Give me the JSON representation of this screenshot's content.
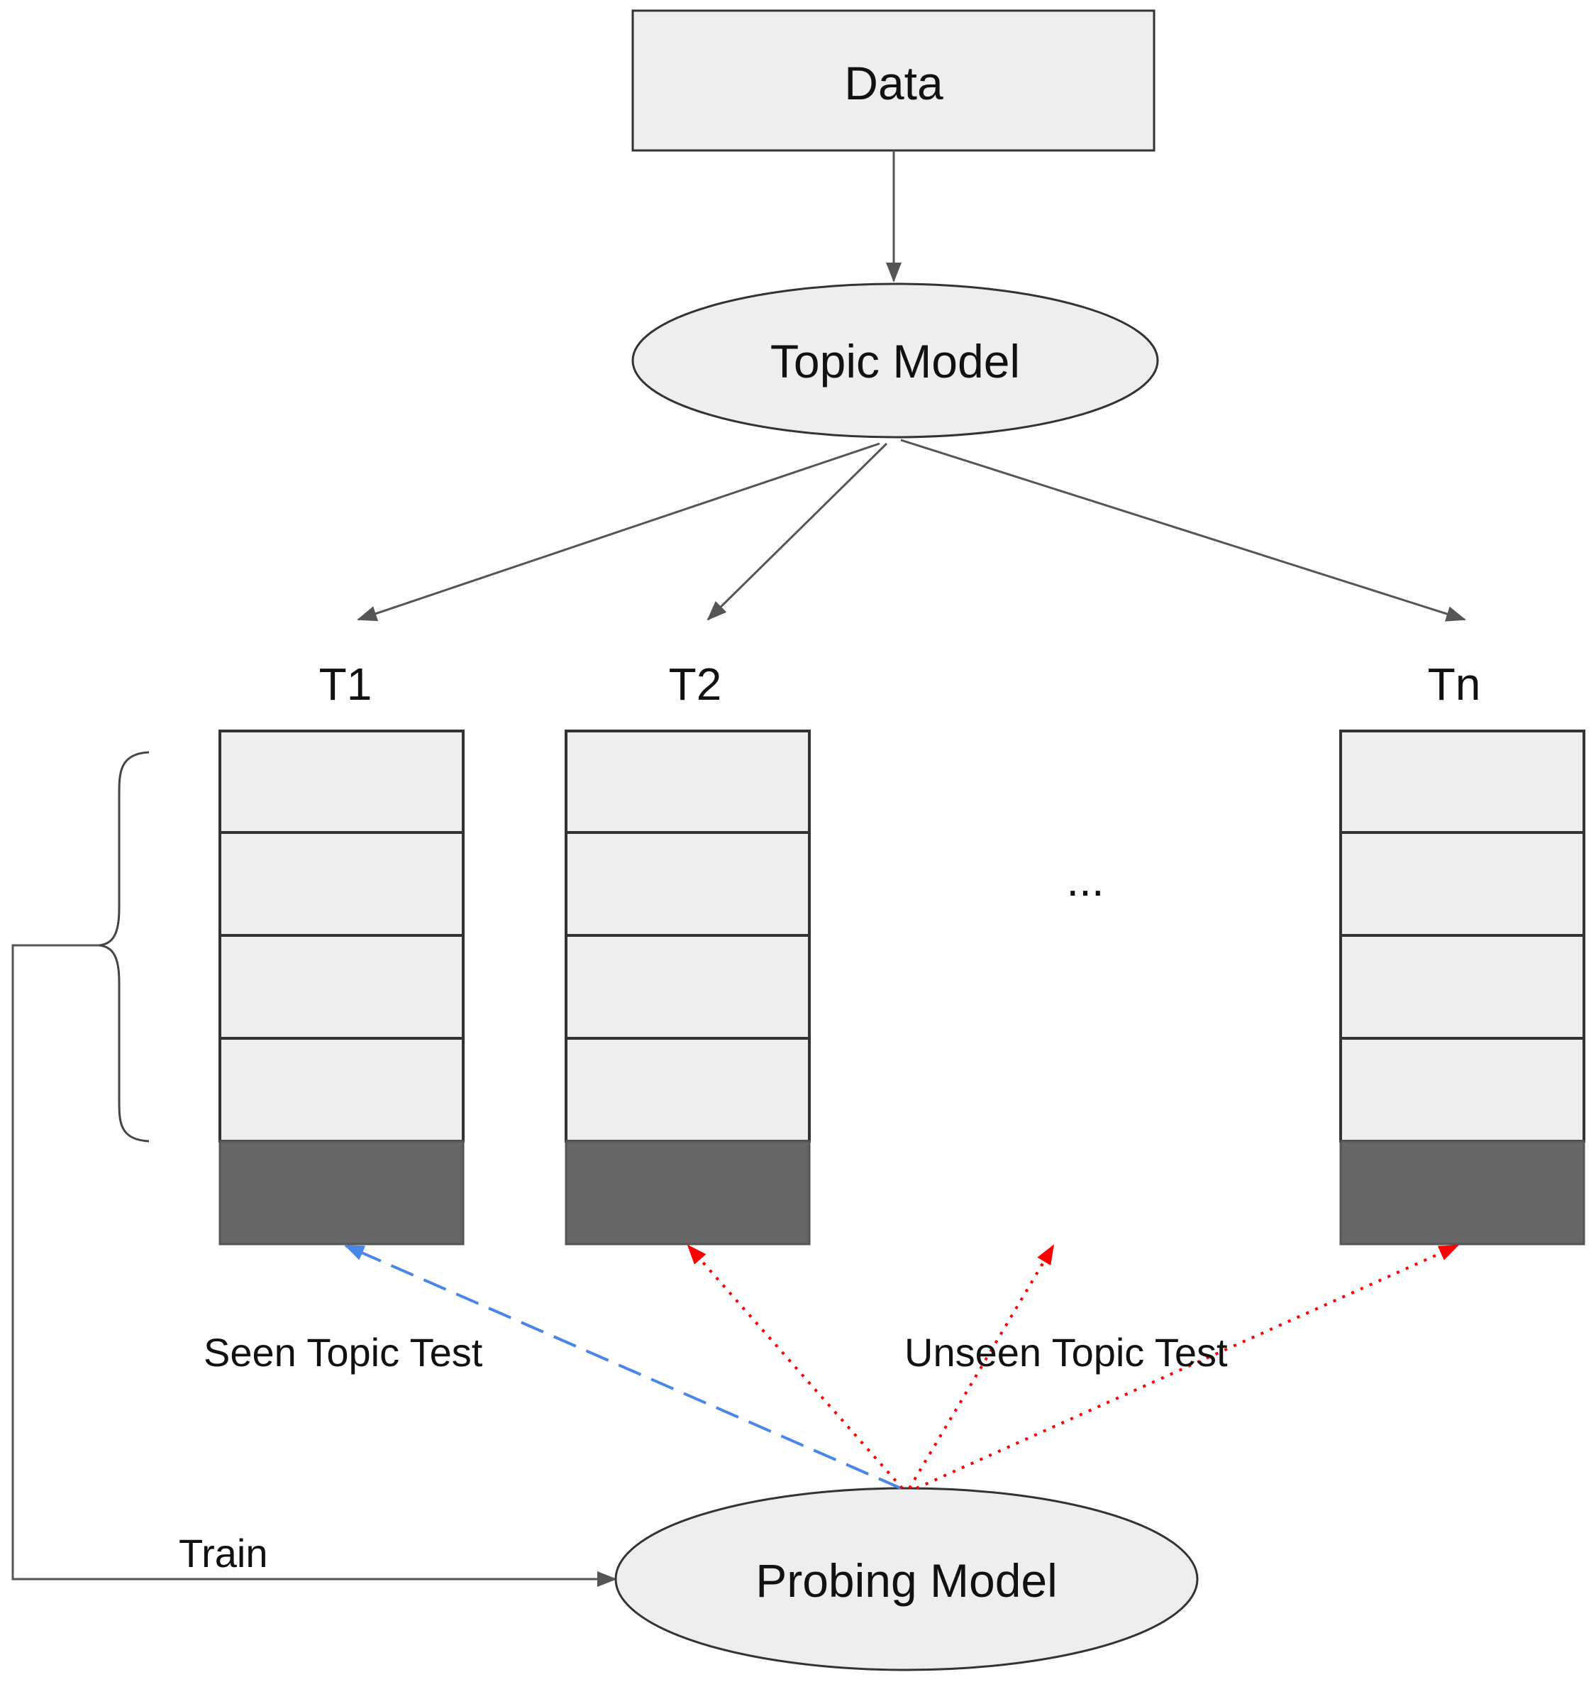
{
  "nodes": {
    "data": "Data",
    "topic_model": "Topic Model",
    "probing_model": "Probing Model"
  },
  "columns": {
    "t1": "T1",
    "t2": "T2",
    "tn": "Tn"
  },
  "ellipsis": "...",
  "edges": {
    "seen_topic_test": "Seen Topic Test",
    "unseen_topic_test": "Unseen Topic Test",
    "train": "Train"
  },
  "colors": {
    "box_fill": "#eeeeee",
    "box_stroke": "#333333",
    "test_block": "#666666",
    "arrow": "#555555",
    "seen_arrow": "#4a86e8",
    "unseen_arrow": "#ff0000"
  }
}
